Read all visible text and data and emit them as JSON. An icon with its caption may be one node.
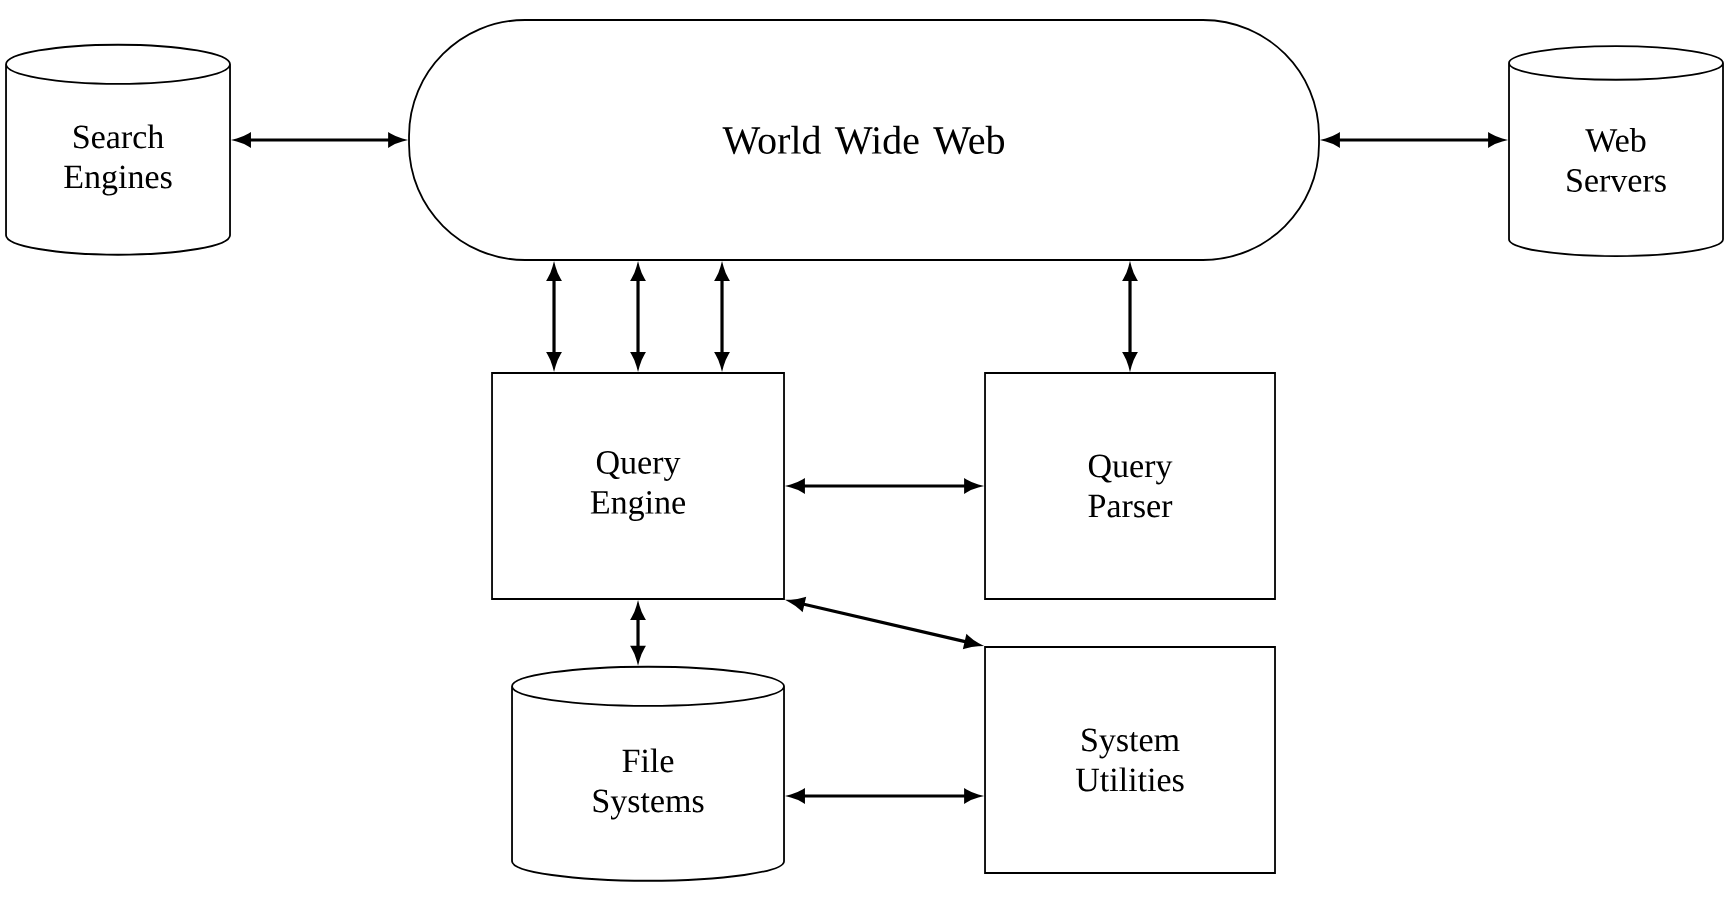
{
  "diagram": {
    "nodes": [
      {
        "text": [
          "Search Engines"
        ]
      },
      {
        "text": [
          "World Wide Web"
        ]
      },
      {
        "text": [
          "Web Servers"
        ]
      },
      {
        "text": [
          "Query Engine"
        ]
      },
      {
        "text": [
          "Query Parser"
        ]
      },
      {
        "text": [
          "File Systems"
        ]
      },
      {
        "text": [
          "System Utilities"
        ]
      }
    ],
    "edges": [
      {
        "from": 0,
        "to": 1,
        "arrow": "both"
      },
      {
        "from": 1,
        "to": 2,
        "arrow": "both"
      },
      {
        "from": 1,
        "to": 3,
        "arrow": "both"
      },
      {
        "from": 1,
        "to": 3,
        "arrow": "both"
      },
      {
        "from": 1,
        "to": 3,
        "arrow": "both"
      },
      {
        "from": 1,
        "to": 4,
        "arrow": "both"
      },
      {
        "from": 3,
        "to": 4,
        "arrow": "both"
      },
      {
        "from": 3,
        "to": 5,
        "arrow": "both"
      },
      {
        "from": 3,
        "to": 6,
        "arrow": "both"
      },
      {
        "from": 5,
        "to": 6,
        "arrow": "both"
      }
    ]
  }
}
